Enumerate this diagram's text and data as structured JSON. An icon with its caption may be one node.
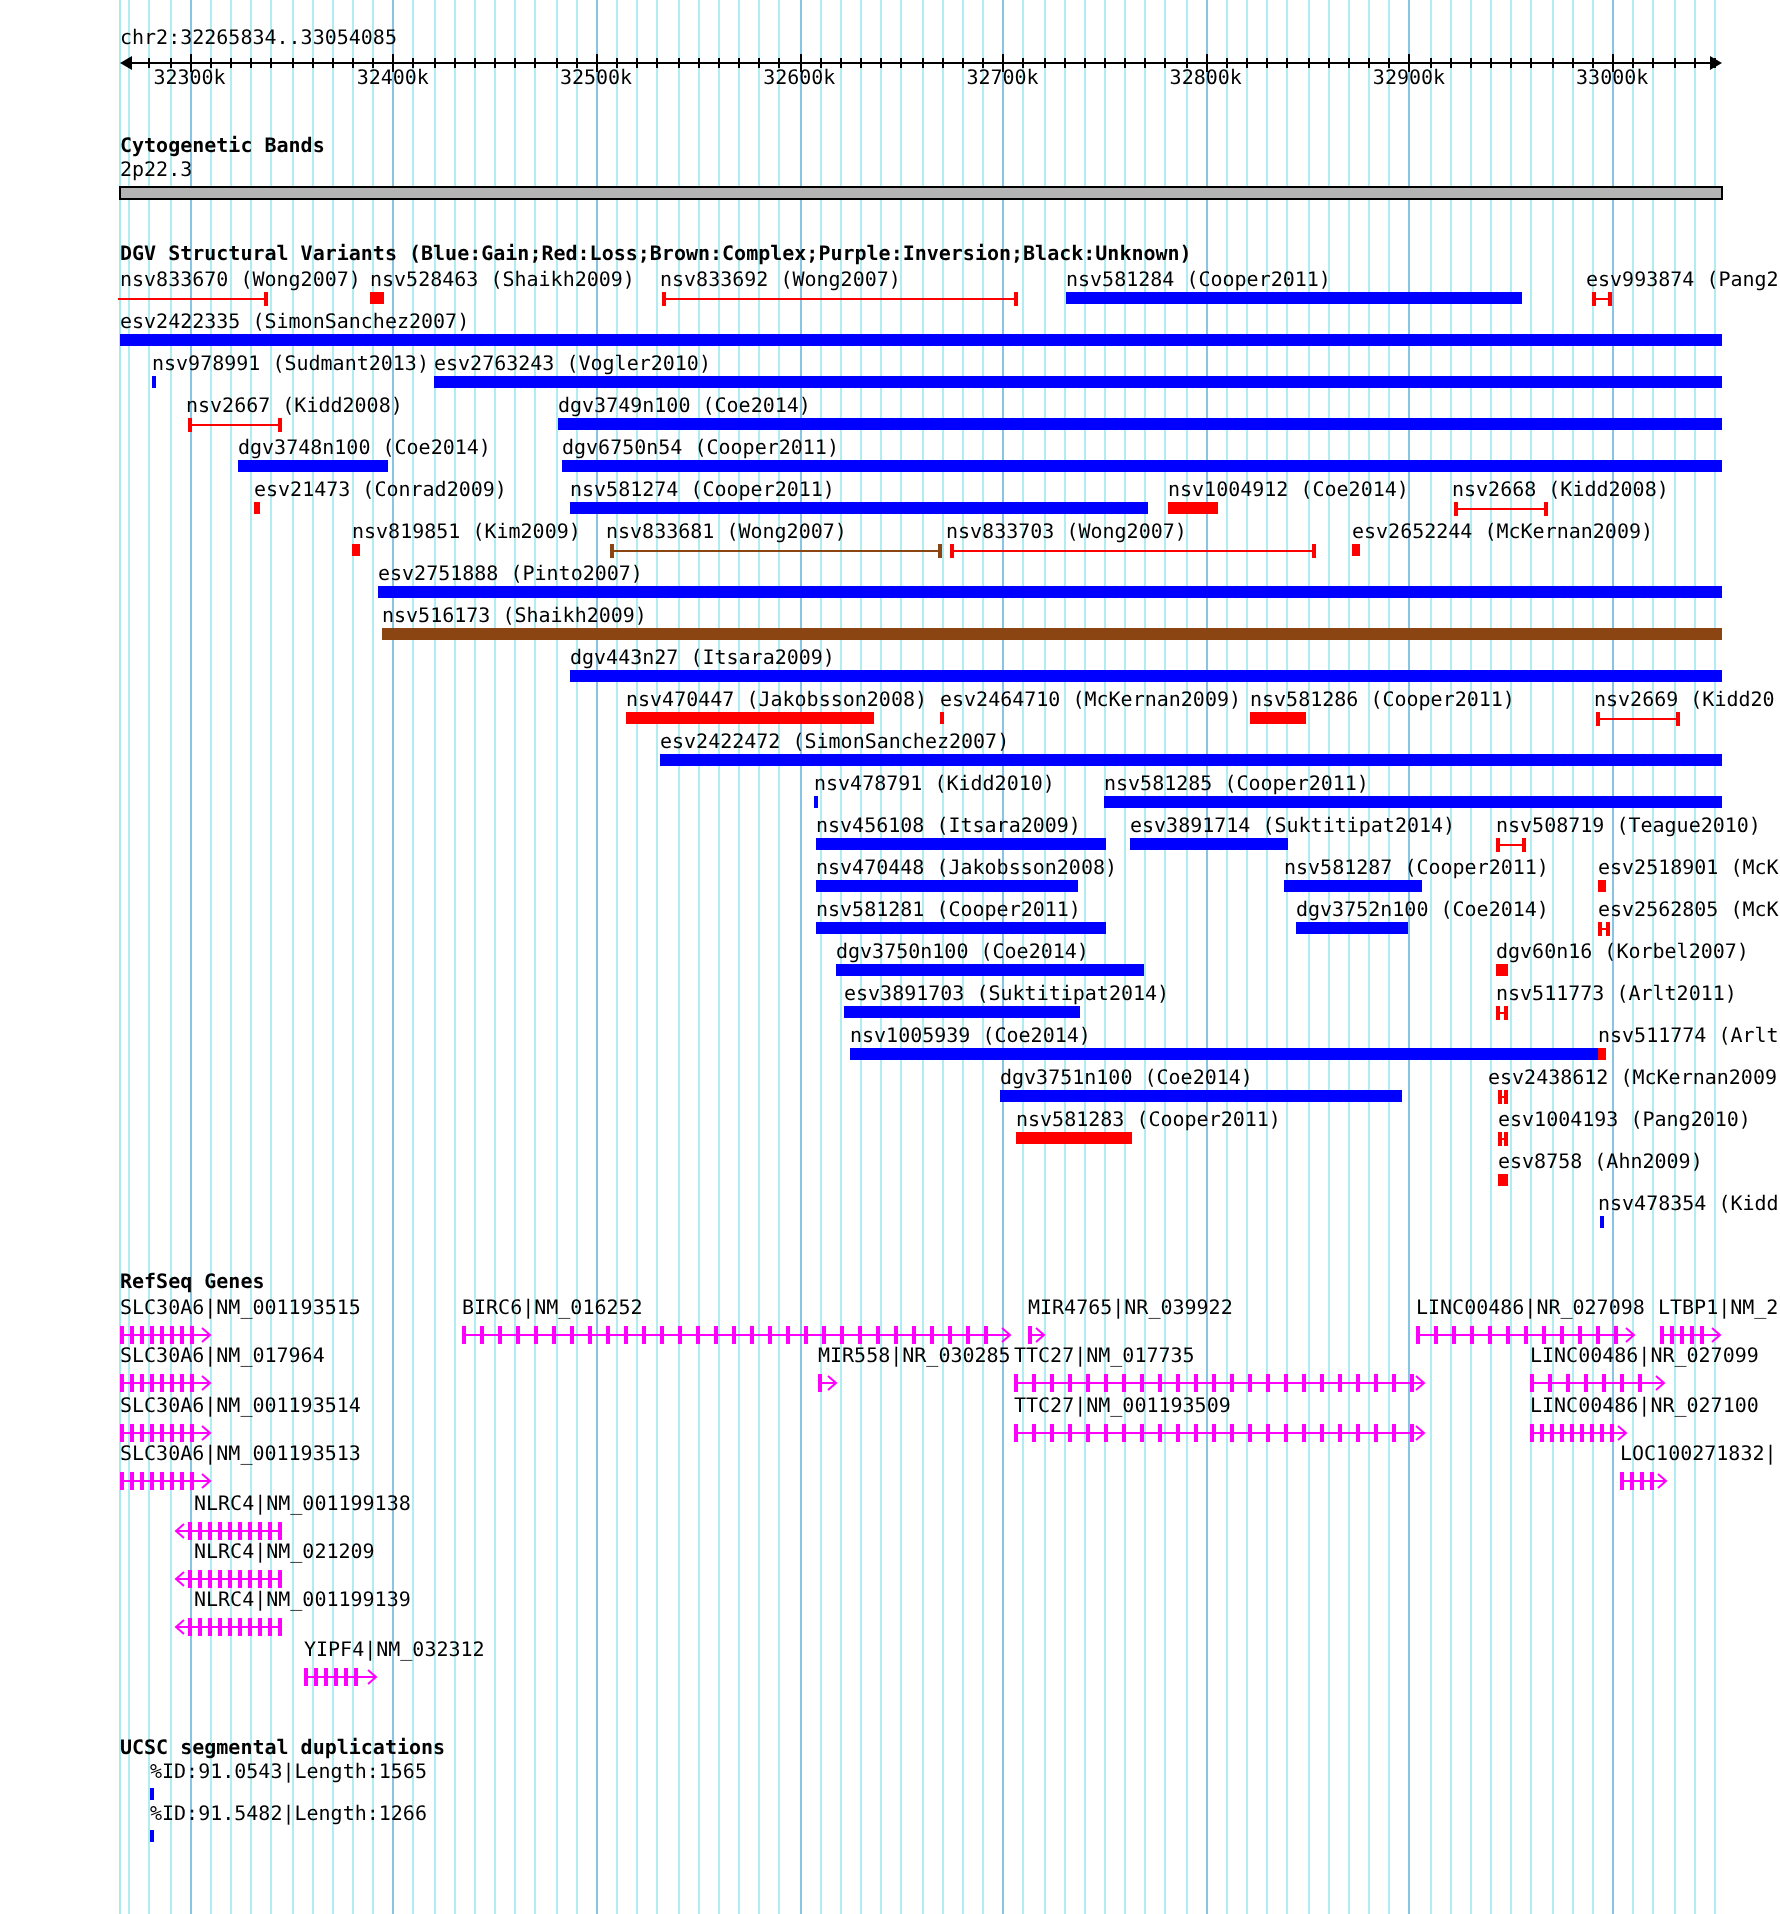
{
  "diagram": {
    "title": "chr2:32265834..33054085",
    "labels": [
      "32300k",
      "32400k",
      "32500k",
      "32600k",
      "32700k",
      "32800k",
      "32900k",
      "33000k",
      "Cytogenetic Bands",
      "2p22.3",
      "DGV Structural Variants (Blue:Gain;Red:Loss;Brown:Complex;Purple:Inversion;Black:Unknown)",
      "nsv833670 (Wong2007)",
      "nsv528463 (Shaikh2009)",
      "nsv833692 (Wong2007)",
      "nsv581284 (Cooper2011)",
      "esv993874 (Pang2",
      "esv2422335 (SimonSanchez2007)",
      "nsv978991 (Sudmant2013)",
      "esv2763243 (Vogler2010)",
      "nsv2667 (Kidd2008)",
      "dgv3749n100 (Coe2014)",
      "dgv3748n100 (Coe2014)",
      "dgv6750n54 (Cooper2011)",
      "esv21473 (Conrad2009)",
      "nsv581274 (Cooper2011)",
      "nsv1004912 (Coe2014)",
      "nsv2668 (Kidd2008)",
      "nsv819851 (Kim2009)",
      "nsv833681 (Wong2007)",
      "nsv833703 (Wong2007)",
      "esv2652244 (McKernan2009)",
      "esv2751888 (Pinto2007)",
      "nsv516173 (Shaikh2009)",
      "dgv443n27 (Itsara2009)",
      "nsv470447 (Jakobsson2008)",
      "esv2464710 (McKernan2009)",
      "nsv581286 (Cooper2011)",
      "nsv2669 (Kidd20",
      "esv2422472 (SimonSanchez2007)",
      "nsv478791 (Kidd2010)",
      "nsv581285 (Cooper2011)",
      "nsv456108 (Itsara2009)",
      "esv3891714 (Suktitipat2014)",
      "nsv508719 (Teague2010)",
      "nsv470448 (Jakobsson2008)",
      "nsv581287 (Cooper2011)",
      "esv2518901 (McK",
      "nsv581281 (Cooper2011)",
      "dgv3752n100 (Coe2014)",
      "esv2562805 (McK",
      "dgv3750n100 (Coe2014)",
      "dgv60n16 (Korbel2007)",
      "esv3891703 (Suktitipat2014)",
      "nsv511773 (Arlt2011)",
      "nsv1005939 (Coe2014)",
      "nsv511774 (Arlt",
      "dgv3751n100 (Coe2014)",
      "esv2438612 (McKernan2009",
      "nsv581283 (Cooper2011)",
      "esv1004193 (Pang2010)",
      "esv8758 (Ahn2009)",
      "nsv478354 (Kidd",
      "RefSeq Genes",
      "SLC30A6|NM_001193515",
      "BIRC6|NM_016252",
      "MIR4765|NR_039922",
      "LINC00486|NR_027098",
      "LTBP1|NM_2",
      "SLC30A6|NM_017964",
      "MIR558|NR_030285",
      "TTC27|NM_017735",
      "LINC00486|NR_027099",
      "SLC30A6|NM_001193514",
      "TTC27|NM_001193509",
      "LINC00486|NR_027100",
      "SLC30A6|NM_001193513",
      "LOC100271832|",
      "NLRC4|NM_001199138",
      "NLRC4|NM_021209",
      "NLRC4|NM_001199139",
      "YIPF4|NM_032312",
      "UCSC segmental duplications",
      "%ID:91.0543|Length:1565",
      "%ID:91.5482|Length:1266"
    ]
  }
}
